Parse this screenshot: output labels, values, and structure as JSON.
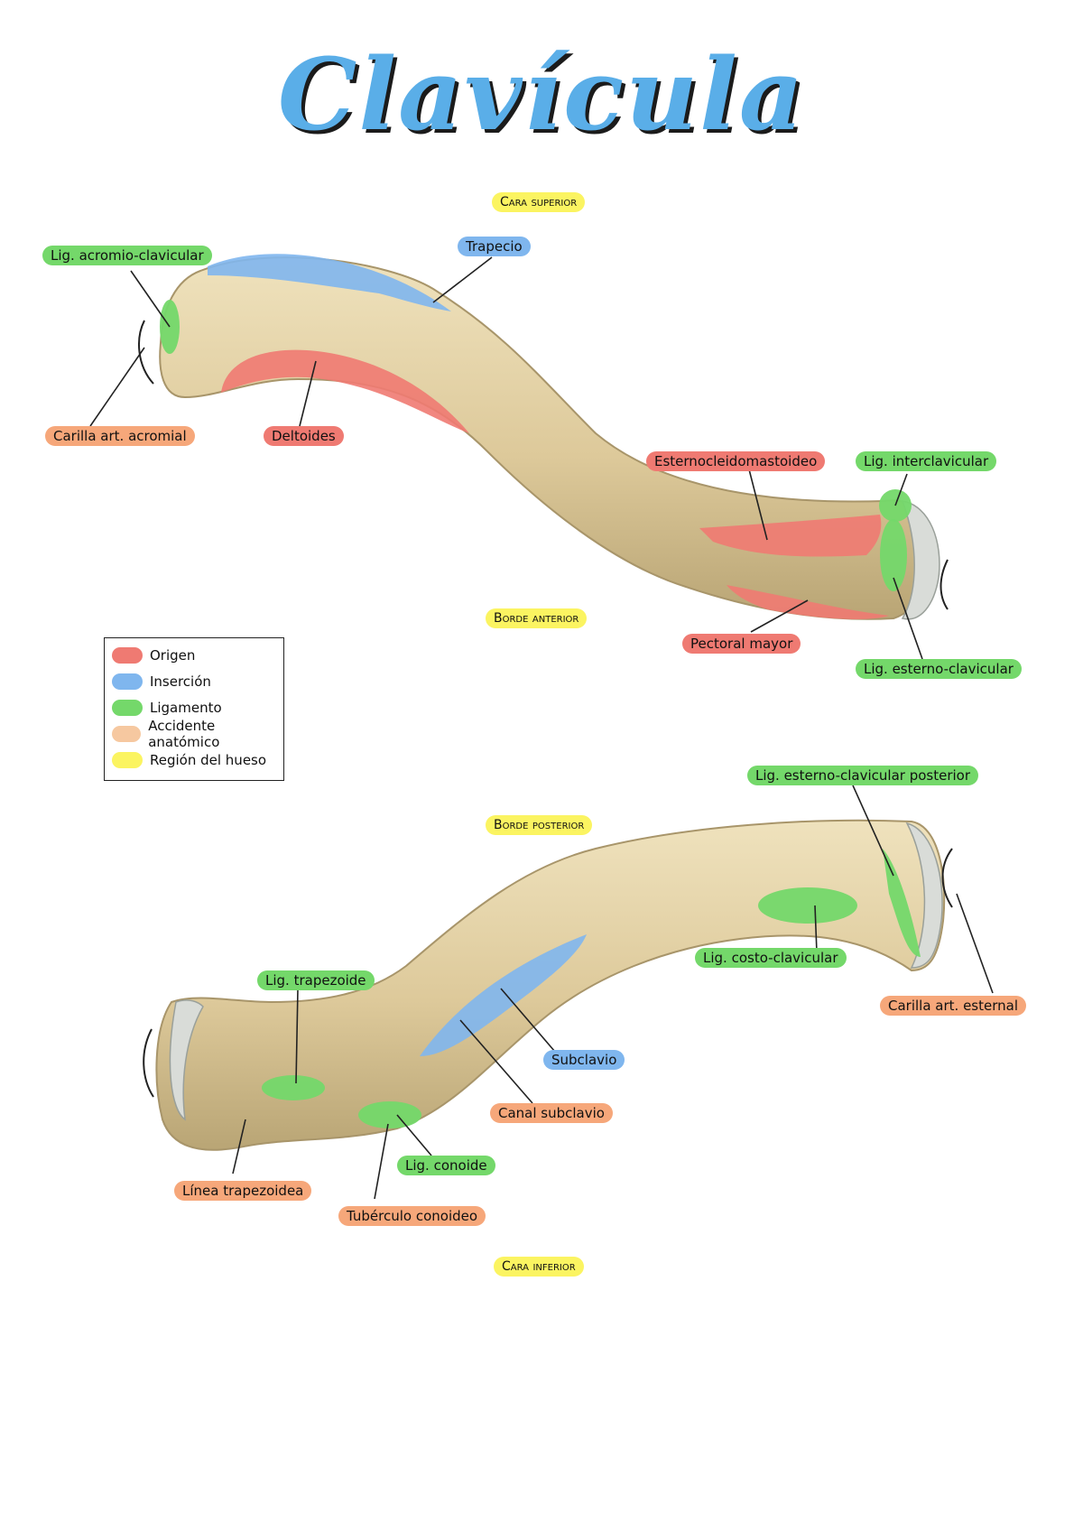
{
  "title": "Clavícula",
  "colors": {
    "origin": "#ef7a72",
    "insertion": "#7fb6ee",
    "ligament": "#74d86a",
    "landmark": "#f6c8a0",
    "region": "#fbf461",
    "bone": "#e3d3a8"
  },
  "regions": {
    "cara_superior": "Cara superior",
    "borde_anterior": "Borde anterior",
    "borde_posterior": "Borde posterior",
    "cara_inferior": "Cara inferior"
  },
  "top_view": {
    "lig_acromio": "Lig. acromio-clavicular",
    "trapecio": "Trapecio",
    "carilla_acromial": "Carilla art. acromial",
    "deltoides": "Deltoides",
    "esternocleido": "Esternocleidomastoideo",
    "lig_interclavicular": "Lig. interclavicular",
    "pectoral": "Pectoral mayor",
    "lig_esterno": "Lig. esterno-clavicular"
  },
  "bottom_view": {
    "lig_esterno_posterior": "Lig. esterno-clavicular posterior",
    "lig_costo": "Lig. costo-clavicular",
    "carilla_esternal": "Carilla art. esternal",
    "lig_trapezoide": "Lig. trapezoide",
    "subclavio": "Subclavio",
    "canal_subclavio": "Canal subclavio",
    "linea_trapezoidea": "Línea trapezoidea",
    "lig_conoide": "Lig. conoide",
    "tuberculo_conoideo": "Tubérculo conoideo"
  },
  "legend": [
    {
      "label": "Origen",
      "color": "#ef7a72"
    },
    {
      "label": "Inserción",
      "color": "#7fb6ee"
    },
    {
      "label": "Ligamento",
      "color": "#74d86a"
    },
    {
      "label": "Accidente anatómico",
      "color": "#f6c8a0"
    },
    {
      "label": "Región del hueso",
      "color": "#fbf461"
    }
  ]
}
